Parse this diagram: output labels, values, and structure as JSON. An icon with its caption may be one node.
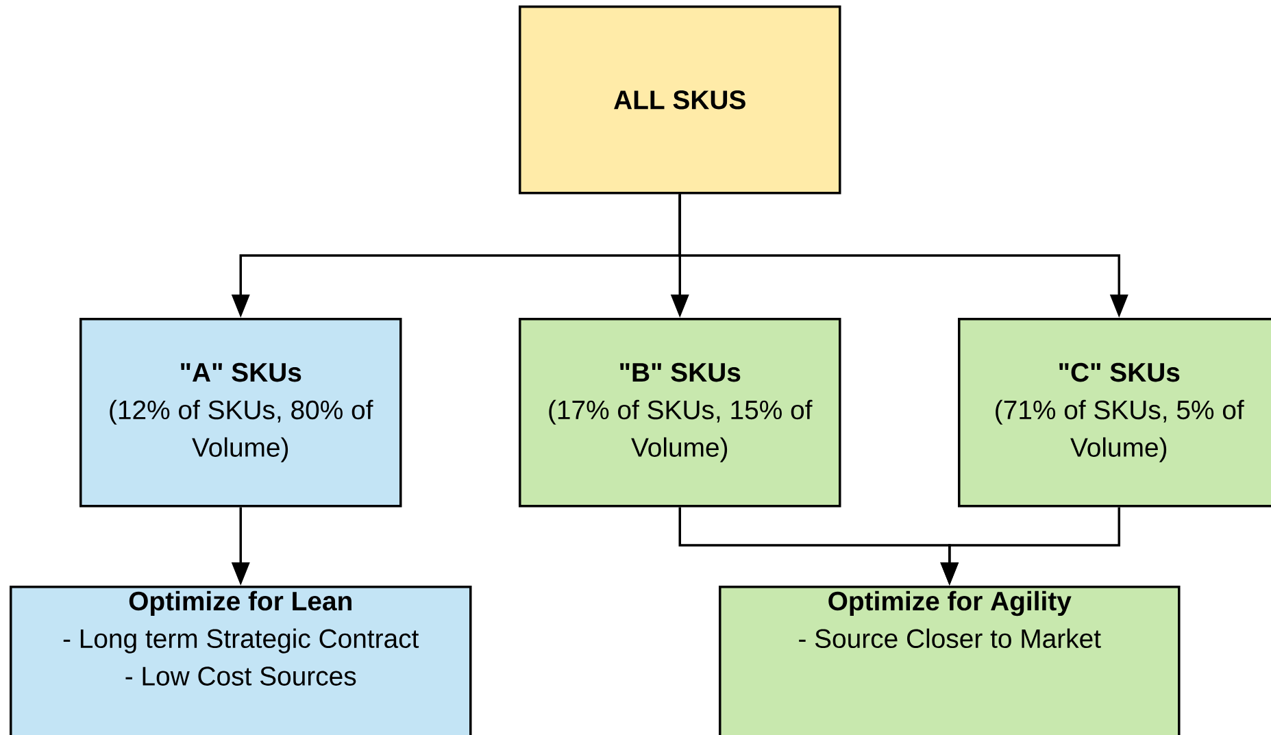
{
  "diagram": {
    "nodes": [
      {
        "text": [
          "ALL SKUS"
        ]
      },
      {
        "text": [
          "\"A\" SKUs",
          "(12% of SKUs, 80% of Volume)"
        ]
      },
      {
        "text": [
          "\"B\" SKUs",
          "(17% of SKUs, 15% of Volume)"
        ]
      },
      {
        "text": [
          "\"C\" SKUs",
          "(71% of SKUs, 5% of Volume)"
        ]
      },
      {
        "text": [
          "Optimize for Lean",
          "- Long term Strategic Contract",
          "- Low Cost Sources"
        ]
      },
      {
        "text": [
          "Optimize for Agility",
          "- Source Closer to Market"
        ]
      }
    ],
    "edges": [
      {
        "from": 0,
        "to": 1,
        "arrow": "to"
      },
      {
        "from": 0,
        "to": 2,
        "arrow": "to"
      },
      {
        "from": 0,
        "to": 3,
        "arrow": "to"
      },
      {
        "from": 1,
        "to": 4,
        "arrow": "to"
      },
      {
        "from": 2,
        "to": 5,
        "arrow": "to"
      },
      {
        "from": 3,
        "to": 5,
        "arrow": "to"
      }
    ]
  }
}
